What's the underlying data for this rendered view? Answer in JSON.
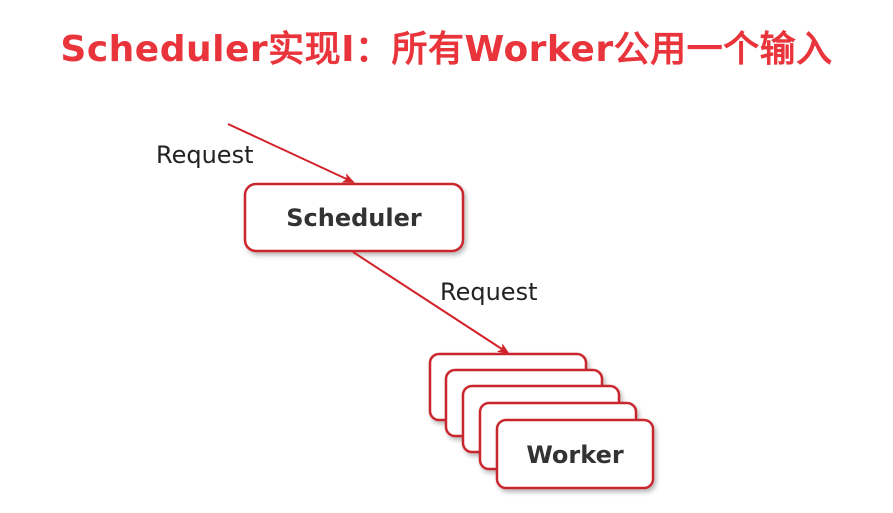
{
  "title": "Scheduler实现I：所有Worker公用一个输入",
  "diagram": {
    "incoming_request_label": "Request",
    "scheduler_label": "Scheduler",
    "outgoing_request_label": "Request",
    "worker_label": "Worker",
    "worker_count": 5
  },
  "colors": {
    "accent": "#e8343a",
    "box_border": "#c9262d",
    "arrow": "#d3222a",
    "text": "#222222"
  }
}
